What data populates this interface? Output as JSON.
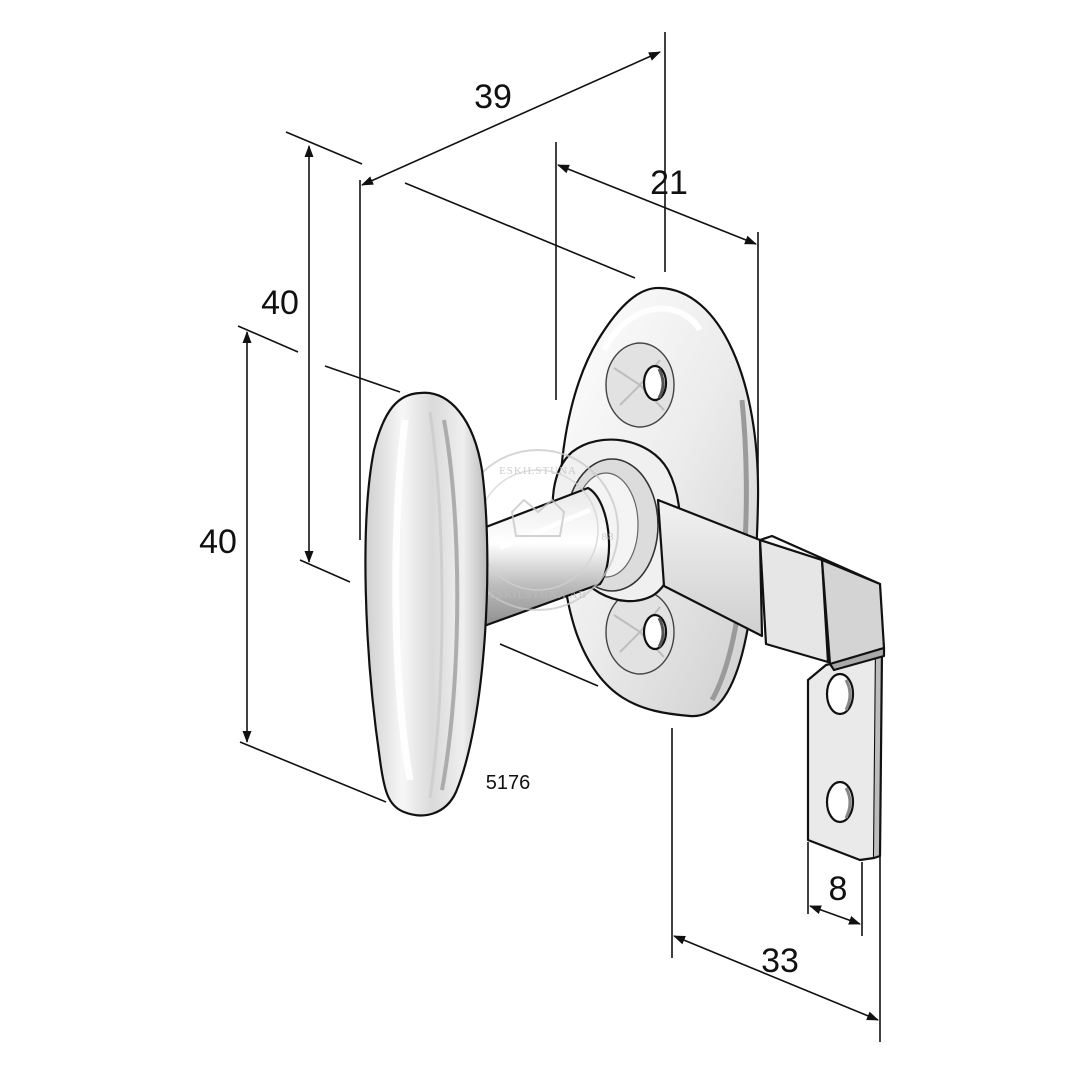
{
  "product_code": "5176",
  "stamp": {
    "top": "ESKILSTUNA",
    "bottom": "ESKILSTUNA AB",
    "year_left": "19",
    "year_right": "88"
  },
  "dimensions": {
    "overall_depth": "39",
    "base_depth": "21",
    "handle_height": "40",
    "grip_height": "40",
    "projection": "33",
    "strap_width": "8"
  },
  "colors": {
    "line": "#111111",
    "metal_light": "#f4f4f4",
    "metal_mid": "#d9d9d9",
    "metal_dark": "#a8a8a8"
  }
}
